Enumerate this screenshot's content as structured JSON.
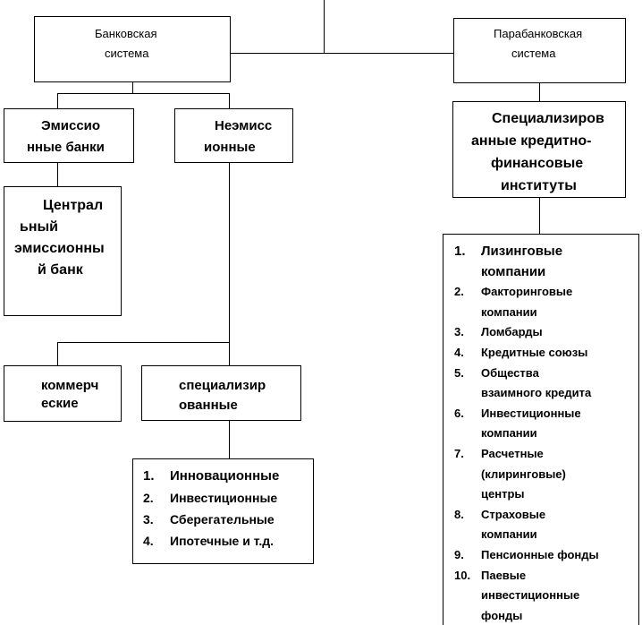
{
  "banking": {
    "title_lines": [
      "Банковская",
      "система"
    ]
  },
  "parabanking": {
    "title_lines": [
      "Парабанковская",
      "система"
    ]
  },
  "emission": {
    "title_lines": [
      "Эмиссио",
      "нные банки"
    ]
  },
  "nonemission": {
    "title_lines": [
      "Неэмисс",
      "ионные"
    ]
  },
  "central": {
    "title_lines": [
      "Централ",
      "ьный",
      "эмиссионны",
      "й банк"
    ]
  },
  "commercial": {
    "title_lines": [
      "коммерч",
      "еские"
    ]
  },
  "specialized": {
    "title_lines": [
      "специализир",
      "ованные"
    ]
  },
  "specialized_list": {
    "items": [
      {
        "num": "1.",
        "text": "Инновационные"
      },
      {
        "num": "2.",
        "text": "Инвестиционные"
      },
      {
        "num": "3.",
        "text": "Сберегательные"
      },
      {
        "num": "4.",
        "text": "Ипотечные и т.д."
      }
    ]
  },
  "institutes": {
    "title_lines": [
      "Специализиров",
      "анные кредитно-",
      "финансовые",
      "институты"
    ]
  },
  "institutes_list": {
    "items": [
      {
        "num": "1.",
        "lines": [
          "Лизинговые",
          "компании"
        ]
      },
      {
        "num": "2.",
        "lines": [
          "Факторинговые",
          "компании"
        ]
      },
      {
        "num": "3.",
        "lines": [
          "Ломбарды"
        ]
      },
      {
        "num": "4.",
        "lines": [
          "Кредитные  союзы"
        ]
      },
      {
        "num": "5.",
        "lines": [
          "Общества",
          "взаимного кредита"
        ]
      },
      {
        "num": "6.",
        "lines": [
          "Инвестиционные",
          "компании"
        ]
      },
      {
        "num": "7.",
        "lines": [
          "Расчетные",
          "(клиринговые)",
          "центры"
        ]
      },
      {
        "num": "8.",
        "lines": [
          "Страховые",
          "компании"
        ]
      },
      {
        "num": "9.",
        "lines": [
          "Пенсионные фонды"
        ]
      },
      {
        "num": "10.",
        "lines": [
          "Паевые",
          "инвестиционные",
          "фонды"
        ]
      }
    ]
  }
}
